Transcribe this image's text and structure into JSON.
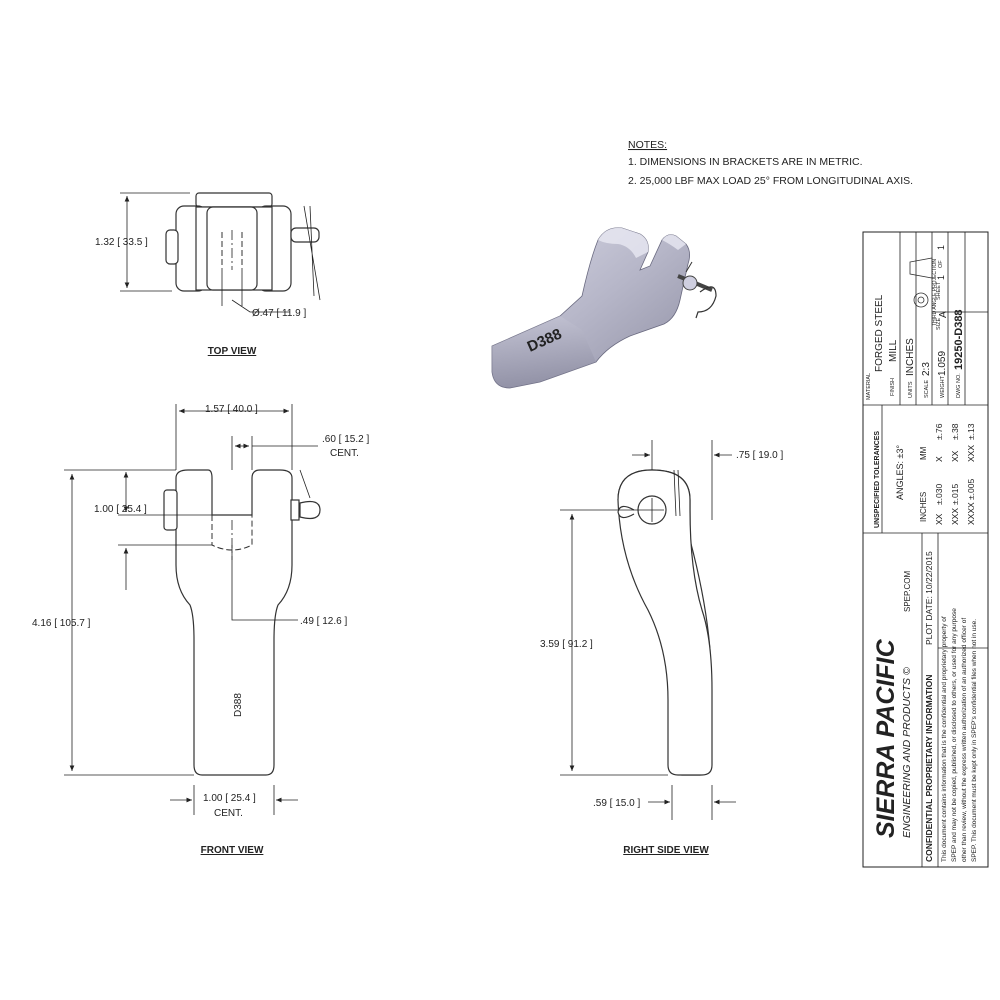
{
  "notes": {
    "heading": "NOTES:",
    "items": [
      "1.   DIMENSIONS IN BRACKETS ARE IN METRIC.",
      "2.   25,000 LBF MAX LOAD 25° FROM LONGITUDINAL AXIS."
    ]
  },
  "views": {
    "top": "TOP VIEW",
    "front": "FRONT VIEW",
    "right": "RIGHT SIDE VIEW"
  },
  "part_marking": "D388",
  "dims": {
    "top_height": "1.32 [ 33.5 ]",
    "top_dia": "Ø.47 [ 11.9 ]",
    "front_width": "1.57 [ 40.0 ]",
    "front_cent_top": ".60 [ 15.2 ]",
    "front_cent_top_sub": "CENT.",
    "front_slot": "1.00 [ 25.4 ]",
    "front_length": "4.16 [ 105.7 ]",
    "front_hole": ".49 [ 12.6 ]",
    "front_bottom": "1.00 [ 25.4 ]",
    "front_bottom_sub": "CENT.",
    "side_top": ".75 [ 19.0 ]",
    "side_length": "3.59 [ 91.2 ]",
    "side_bottom": ".59 [ 15.0 ]"
  },
  "title_block": {
    "company": "SIERRA PACIFIC",
    "company_sub": "ENGINEERING AND PRODUCTS ©",
    "website": "SPEP.COM",
    "confidential_title": "CONFIDENTIAL PROPRIETARY INFORMATION",
    "plot_date": "PLOT DATE: 10/22/2015",
    "confidential_lines": [
      "This document contains information that is the confidential and proprietary property of",
      "SPEP and may not be copied, published, or disclosed to others, or used for any purpose",
      "other than review, without the express written authorization of an authorized officer of",
      "SPEP. This document must be kept only in SPEP's confidential files when not in use."
    ],
    "tolerances_title": "UNSPECIFIED TOLERANCES",
    "angles": "ANGLES: ±3°",
    "col_inches": "INCHES",
    "col_mm": "MM",
    "tol_rows": [
      [
        "XX",
        "±.030",
        "X",
        "±.76"
      ],
      [
        "XXX",
        "±.015",
        "XX",
        "±.38"
      ],
      [
        "XXXX",
        "±.005",
        "XXX",
        "±.13"
      ]
    ],
    "material_label": "MATERIAL",
    "material": "FORGED STEEL",
    "finish_label": "FINISH",
    "finish": "MILL",
    "units_label": "UNITS",
    "units": "INCHES",
    "scale_label": "SCALE",
    "scale": "2:3",
    "weight_label": "WEIGHT",
    "weight": "1.059",
    "size_label": "SIZE",
    "size": "A",
    "sheet_label": "SHEET",
    "sheet": "1",
    "of_label": "OF",
    "sheet_total": "1",
    "dwg_label": "DWG NO.",
    "dwg_no": "19250-D388",
    "projection": "THIRD ANGLE PROJECTION"
  }
}
